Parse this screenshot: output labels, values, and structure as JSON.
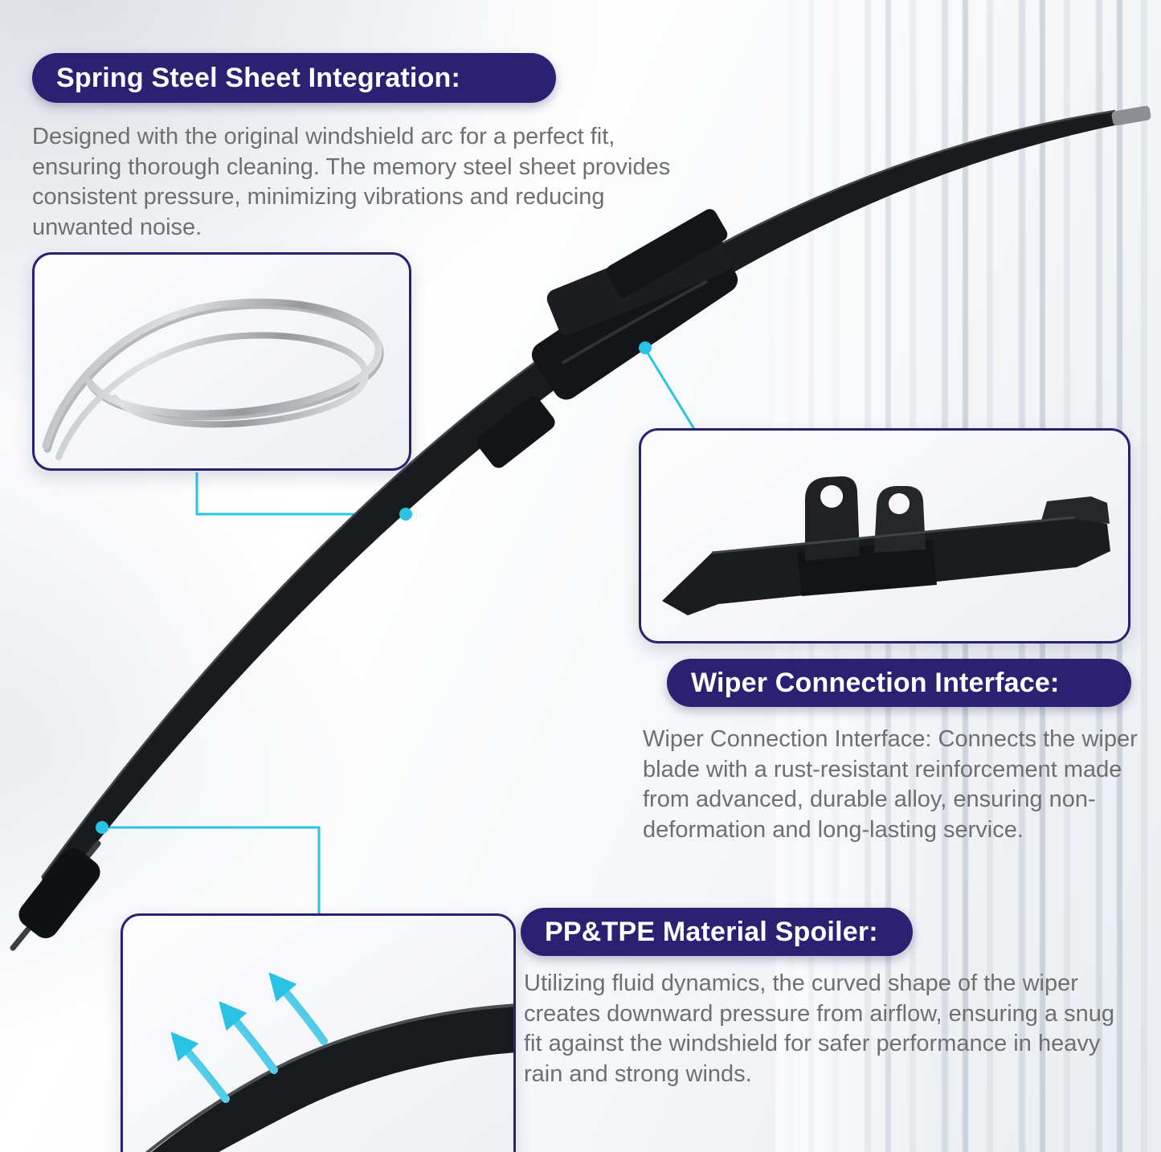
{
  "colors": {
    "navy": "#2a2173",
    "cyan": "#29c3e6",
    "body_text": "#6e6f71",
    "blade_black": "#1a1b1e",
    "background": "#f4f6f8"
  },
  "illustrations": {
    "blade": "windshield-wiper-blade",
    "spring_steel_closeup": "spring-steel-sheets",
    "connector_closeup": "wiper-connection-interface",
    "spoiler_closeup": "spoiler-cross-section-with-airflow-arrows"
  },
  "sections": {
    "spring_steel": {
      "title": "Spring Steel Sheet Integration:",
      "body": "Designed with the original windshield arc for a perfect fit, ensuring thorough cleaning. The memory steel sheet provides consistent pressure, minimizing vibrations and reducing unwanted noise."
    },
    "connection": {
      "title": "Wiper Connection Interface:",
      "body": "Wiper Connection Interface: Connects the wiper blade with a rust-resistant reinforcement made from advanced, durable alloy, ensuring non-deformation and long-lasting service."
    },
    "spoiler": {
      "title": "PP&TPE Material Spoiler:",
      "body": "Utilizing fluid dynamics, the curved shape of the wiper creates downward pressure from airflow, ensuring a snug fit against the windshield for safer performance in heavy rain and strong winds."
    }
  }
}
